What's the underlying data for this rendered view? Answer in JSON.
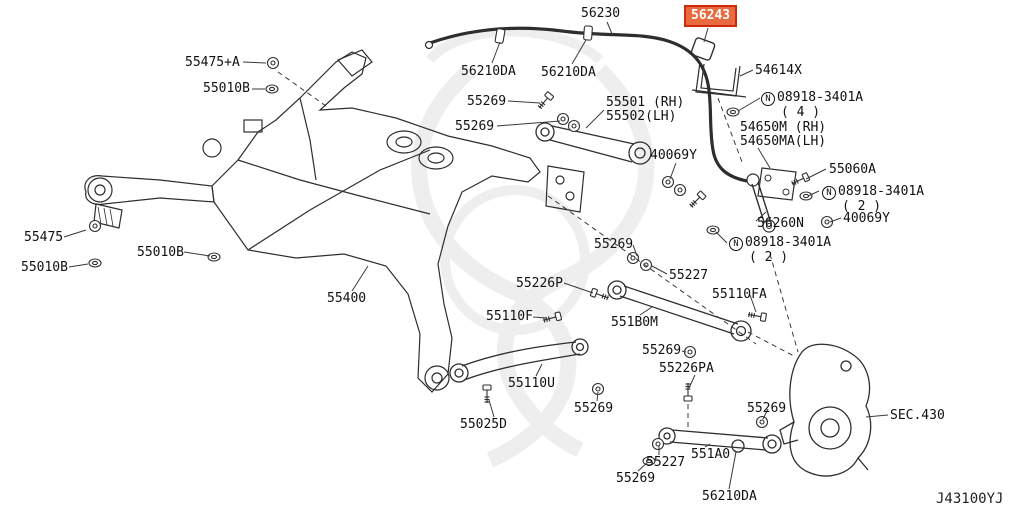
{
  "diagram": {
    "drawing_code": "J43100YJ",
    "highlight": {
      "part": "56243",
      "background": "#e96a3f",
      "border": "#cf2a0e",
      "text_color": "#ffffff"
    },
    "labels": [
      {
        "text": "56230"
      },
      {
        "text": "56243",
        "highlighted": true
      },
      {
        "text": "55475+A"
      },
      {
        "text": "55010B"
      },
      {
        "text": "56210DA"
      },
      {
        "text": "56210DA"
      },
      {
        "text": "55269"
      },
      {
        "text": "55501 (RH)",
        "line2": "55502(LH)"
      },
      {
        "text": "54614X"
      },
      {
        "circle": "N",
        "text": "08918-3401A",
        "line2": "( 4 )"
      },
      {
        "text": "55269"
      },
      {
        "text": "54650M (RH)",
        "line2": "54650MA(LH)"
      },
      {
        "text": "40069Y"
      },
      {
        "text": "55060A"
      },
      {
        "circle": "N",
        "text": "08918-3401A",
        "line2": "( 2 )"
      },
      {
        "text": "40069Y"
      },
      {
        "text": "56260N"
      },
      {
        "circle": "N",
        "text": "08918-3401A",
        "line2": "( 2 )"
      },
      {
        "text": "55475"
      },
      {
        "text": "55010B"
      },
      {
        "text": "55010B"
      },
      {
        "text": "55269"
      },
      {
        "text": "55227"
      },
      {
        "text": "55226P"
      },
      {
        "text": "55110FA"
      },
      {
        "text": "55400"
      },
      {
        "text": "55110F"
      },
      {
        "text": "551B0M"
      },
      {
        "text": "55269"
      },
      {
        "text": "55226PA"
      },
      {
        "text": "55110U"
      },
      {
        "text": "55269"
      },
      {
        "text": "55269"
      },
      {
        "text": "SEC.430"
      },
      {
        "text": "55025D"
      },
      {
        "text": "55227"
      },
      {
        "text": "551A0"
      },
      {
        "text": "55269"
      },
      {
        "text": "56210DA"
      }
    ]
  }
}
